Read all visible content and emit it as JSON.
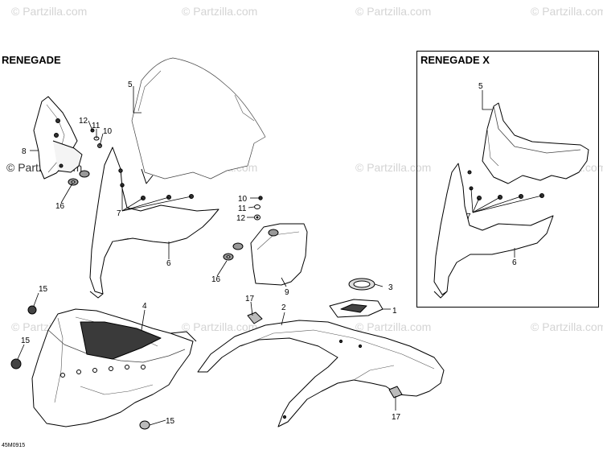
{
  "titles": {
    "main": "RENEGADE",
    "inset": "RENEGADE X"
  },
  "watermark": "© Partzilla.com",
  "diagram_code": "45M0915",
  "callouts": {
    "c1": "1",
    "c2": "2",
    "c3": "3",
    "c4": "4",
    "c5": "5",
    "c6": "6",
    "c7": "7",
    "c8": "8",
    "c9": "9",
    "c10": "10",
    "c11": "11",
    "c12": "12",
    "c15": "15",
    "c16": "16",
    "c17": "17"
  }
}
